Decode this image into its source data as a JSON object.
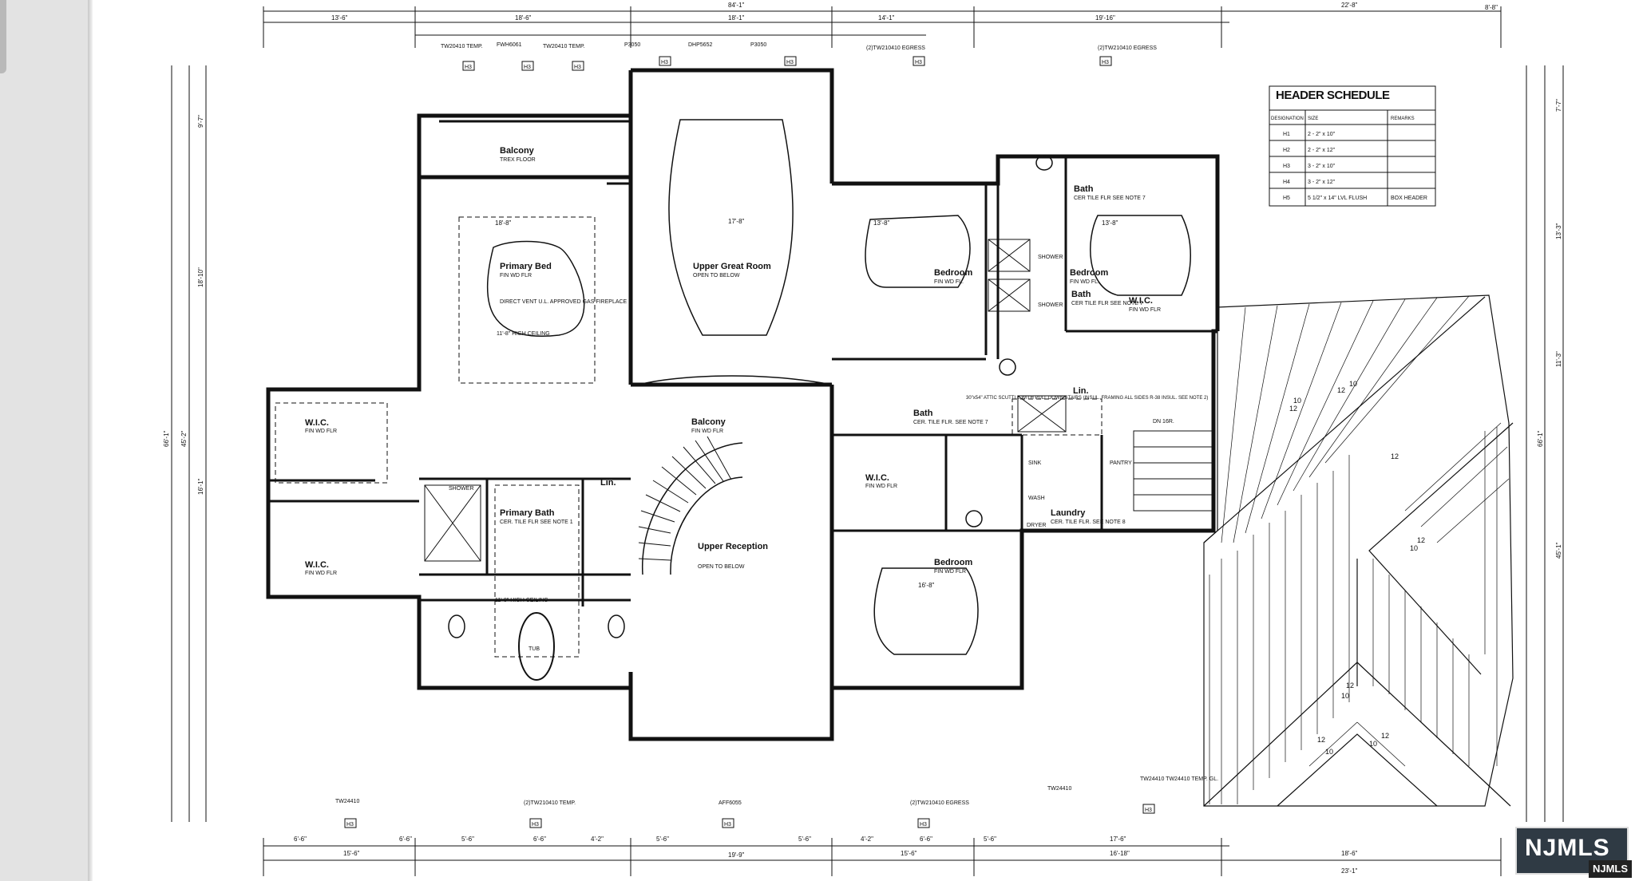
{
  "viewer": {
    "scrollbar": "vertical-scrollbar"
  },
  "rooms": {
    "balcony_top": {
      "name": "Balcony",
      "note": "TREX FLOOR"
    },
    "primary_bed": {
      "name": "Primary Bed",
      "note": "FIN WD FLR",
      "fireplace": "DIRECT VENT U.L. APPROVED GAS FIREPLACE",
      "ceiling": "11'-8\" HIGH CEILING",
      "dim": "18'-8\""
    },
    "upper_great_room": {
      "name": "Upper Great Room",
      "note": "OPEN TO BELOW",
      "dim": "17'-8\""
    },
    "bedroom_1": {
      "name": "Bedroom",
      "note": "FIN WD FL.",
      "dim": "13'-8\""
    },
    "bath_1": {
      "name": "Bath",
      "note": "CER TILE FLR SEE NOTE 7"
    },
    "bedroom_2": {
      "name": "Bedroom",
      "note": "FIN WD FL.",
      "dim": "13'-8\""
    },
    "bath_2": {
      "name": "Bath",
      "note": "CER TILE FLR SEE NOTE 7"
    },
    "wic_1": {
      "name": "W.I.C.",
      "note": "FIN WD FLR"
    },
    "wic_left_top": {
      "name": "W.I.C.",
      "note": "FIN WD FLR"
    },
    "wic_left_bottom": {
      "name": "W.I.C.",
      "note": "FIN WD FLR"
    },
    "balcony_mid": {
      "name": "Balcony",
      "note": "FIN WD FLR"
    },
    "lin_1": {
      "name": "Lin."
    },
    "lin_2": {
      "name": "Lin."
    },
    "primary_bath": {
      "name": "Primary Bath",
      "note": "CER. TILE FLR SEE NOTE 1",
      "shower": "SHOWER",
      "ceiling": "11'-8\" HIGH CEILING",
      "tub": "TUB"
    },
    "upper_reception": {
      "name": "Upper Reception",
      "note": "OPEN TO BELOW"
    },
    "bath_3": {
      "name": "Bath",
      "note": "CER. TILE FLR. SEE NOTE 7"
    },
    "wic_2": {
      "name": "W.I.C.",
      "note": "FIN WD FLR"
    },
    "laundry": {
      "name": "Laundry",
      "note": "CER. TILE FLR. SEE NOTE 8",
      "sink": "SINK",
      "washer": "WASH",
      "dryer": "DRYER",
      "pantry": "PANTRY"
    },
    "bedroom_3": {
      "name": "Bedroom",
      "note": "FIN WD FLR",
      "dim": "16'-8\""
    },
    "attic_note": "30\"x54\" ATTIC SCUTTLE WITH PULL DOWN STAIRS (INSUL. FRAMING ALL SIDES R-38 INSUL. SEE NOTE 2)",
    "shower_1": "SHOWER",
    "shower_2": "SHOWER",
    "dn_label": "DN 16R."
  },
  "windows_top": [
    "TW20410 TEMP.",
    "FWH6061",
    "TW20410 TEMP.",
    "P3050",
    "DHP5652",
    "P3050",
    "(2)TW210410 EGRESS",
    "(2)TW210410 EGRESS"
  ],
  "windows_bottom": [
    "TW24410",
    "(2)TW210410 TEMP.",
    "AFF6055",
    "(2)TW210410 EGRESS",
    "TW24410",
    "TW24410 TW24410 TEMP. GL."
  ],
  "header_tags": [
    "H3",
    "H3",
    "H3",
    "H3",
    "H3",
    "H3",
    "H3",
    "H3",
    "H3",
    "H3",
    "H3",
    "H3"
  ],
  "dimensions_top": [
    "13'-6\"",
    "18'-6\"",
    "18'-1\"",
    "14'-1\"",
    "19'-16\"",
    "84'-1\"",
    "22'-8\"",
    "8'-8\""
  ],
  "dimensions_bottom": [
    "6'-6\"",
    "15'-6\"",
    "6'-6\"",
    "5'-6\"",
    "6'-6\"",
    "4'-2\"",
    "5'-6\"",
    "19'-9\"",
    "5'-6\"",
    "4'-2\"",
    "6'-6\"",
    "15'-6\"",
    "5'-6\"",
    "17'-6\"",
    "16'-18\"",
    "18'-6\"",
    "23'-1\""
  ],
  "dimensions_left": [
    "66'-1\"",
    "45'-2\"",
    "18'-10\"",
    "16'-1\"",
    "9'-7\""
  ],
  "dimensions_right": [
    "66'-1\"",
    "45'-1\"",
    "13'-3\"",
    "11'-3\"",
    "7'-7\""
  ],
  "header_schedule": {
    "title": "HEADER SCHEDULE",
    "columns": [
      "DESIGNATION",
      "SIZE",
      "REMARKS"
    ],
    "rows": [
      [
        "H1",
        "2 - 2\" x 10\"",
        ""
      ],
      [
        "H2",
        "2 - 2\" x 12\"",
        ""
      ],
      [
        "H3",
        "3 - 2\" x 10\"",
        ""
      ],
      [
        "H4",
        "3 - 2\" x 12\"",
        ""
      ],
      [
        "H5",
        "5 1/2\" x 14\" LVL FLUSH",
        "BOX HEADER"
      ]
    ]
  },
  "roof_pitches": [
    "12",
    "10",
    "12",
    "10",
    "12",
    "12",
    "10",
    "12",
    "10",
    "12",
    "10",
    "12",
    "10"
  ],
  "watermark": {
    "logo": "NJMLS",
    "sub": "NJMLS",
    "bg": "#2f3a44"
  }
}
